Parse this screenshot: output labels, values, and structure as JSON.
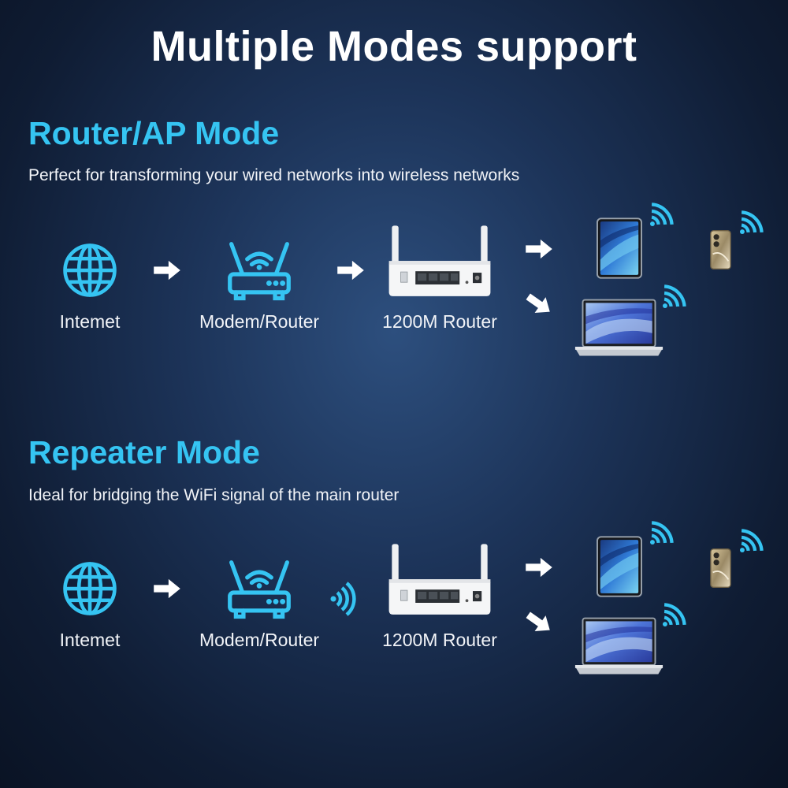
{
  "header": {
    "title": "Multiple Modes support"
  },
  "colors": {
    "accent": "#35c4f2",
    "text": "#ffffff",
    "background": "#1c3358"
  },
  "modes": [
    {
      "title": "Router/AP Mode",
      "description": "Perfect for transforming your wired networks into wireless networks",
      "nodes": [
        {
          "label": "Intemet",
          "icon": "globe-icon"
        },
        {
          "label": "Modem/Router",
          "icon": "modem-router-icon"
        },
        {
          "label": "1200M Router",
          "icon": "router-device-icon"
        }
      ],
      "clients": [
        "tablet-icon",
        "phone-icon",
        "laptop-icon"
      ]
    },
    {
      "title": "Repeater Mode",
      "description": "Ideal for bridging the WiFi signal of the main router",
      "nodes": [
        {
          "label": "Intemet",
          "icon": "globe-icon"
        },
        {
          "label": "Modem/Router",
          "icon": "modem-router-icon"
        },
        {
          "label": "1200M Router",
          "icon": "router-device-icon"
        }
      ],
      "clients": [
        "tablet-icon",
        "phone-icon",
        "laptop-icon"
      ]
    }
  ]
}
